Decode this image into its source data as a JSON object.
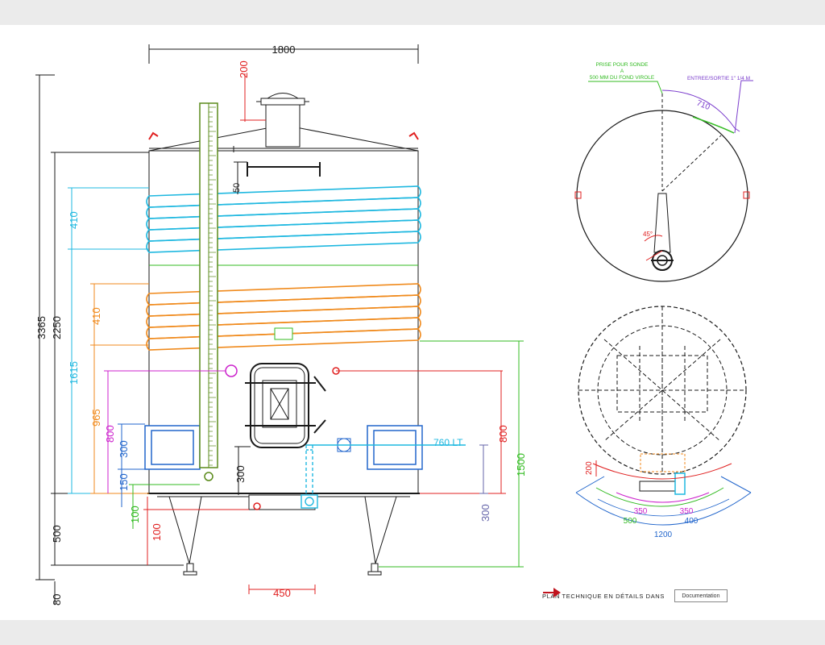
{
  "drawing": {
    "dims": {
      "width_top": "1800",
      "lid_height": "200",
      "total_height": "3365",
      "body_height": "2250",
      "inner_1615": "1615",
      "cool_band_top": "410",
      "cool_band_mid": "410",
      "h_965": "965",
      "h_800_left": "800",
      "h_300_left": "300",
      "h_150": "150",
      "h_100_green": "100",
      "h_100_red": "100",
      "legs": "500",
      "foot": "80",
      "h_800_right": "800",
      "h_1500": "1500",
      "h_300_right": "300",
      "h_300_drain": "300",
      "h_50": "50",
      "bottom_450": "450",
      "volume_label": "760 LT"
    },
    "top_view": {
      "probe_label_l1": "PRISE POUR SONDE",
      "probe_label_l2": "A",
      "probe_label_l3": "500 MM DU FOND VIROLE",
      "inlet_label": "ENTREE/SORTIE 1\" 1/4 M",
      "arc_710": "710",
      "angle_45": "45°"
    },
    "bottom_view": {
      "d_200": "200",
      "d_350_left": "350",
      "d_350_right": "350",
      "d_500": "500",
      "d_400": "400",
      "d_1200": "1200"
    }
  },
  "footer": {
    "text": "PLAN TECHNIQUE EN DÉTAILS DANS",
    "button_label": "Documentation"
  },
  "colors": {
    "black": "#1a1a1a",
    "cyan": "#1fb8e0",
    "orange": "#f08a1c",
    "green": "#33bb22",
    "red": "#e02020",
    "magenta": "#cc22cc",
    "blue": "#2266cc",
    "purple": "#7a3ccc",
    "gauge": "#5a8a1a"
  }
}
